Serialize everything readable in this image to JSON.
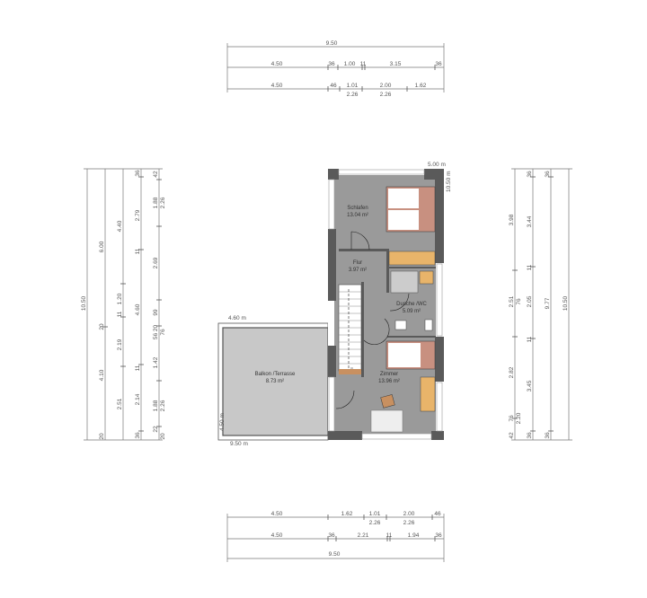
{
  "dimensions": {
    "top": {
      "total": "9.50",
      "row2": [
        "4.50",
        "36",
        "1.00",
        "11",
        "3.15",
        "36"
      ],
      "row3": [
        "4.50",
        "46",
        "1.01",
        "2.26",
        "2.00",
        "2.26",
        "1.62"
      ]
    },
    "bottom": {
      "row1": [
        "4.50",
        "1.62",
        "1.01",
        "2.26",
        "2.00",
        "2.26",
        "46"
      ],
      "row2": [
        "4.50",
        "36",
        "2.21",
        "11",
        "1.94",
        "36"
      ],
      "total": "9.50"
    },
    "left": {
      "line1": [
        "10.50"
      ],
      "line2": [
        "6.00",
        "20",
        "4.10",
        "20"
      ],
      "line3": [
        "4.40",
        "1.20",
        "11",
        "2.19",
        "2.51"
      ],
      "line4": [
        "36",
        "2.79",
        "11",
        "4.60",
        "11",
        "2.14",
        "36"
      ],
      "line5": [
        "42",
        "1.88",
        "2.26",
        "2.69",
        "99",
        "56 20",
        "76",
        "1.42",
        "1.88",
        "2.26",
        "22",
        "20"
      ]
    },
    "right": {
      "line1": [
        "3.98",
        "2.51",
        "76",
        "2.82",
        "76",
        "2.20",
        "42"
      ],
      "line2": [
        "36",
        "3.44",
        "11",
        "2.05",
        "11",
        "3.45",
        "36"
      ],
      "line3": [
        "36",
        "9.77",
        "36"
      ],
      "line4": [
        "10.50"
      ]
    },
    "plan_labels": {
      "building_width": "5.00 m",
      "building_depth": "10.50 m",
      "balcony_top": "4.60 m",
      "balcony_side": "4.50 m",
      "balcony_bottom": "9.50 m"
    }
  },
  "rooms": [
    {
      "name": "Schlafen",
      "area": "13.04 m²"
    },
    {
      "name": "Flur",
      "area": "3.97 m²"
    },
    {
      "name": "Dusche /WC",
      "area": "5.09 m²"
    },
    {
      "name": "Zimmer",
      "area": "13.96 m²"
    },
    {
      "name": "Balkon /Terrasse",
      "area": "8.73 m²"
    }
  ],
  "colors": {
    "floor": "#9a9a9a",
    "balcony": "#c8c8c8",
    "wall": "#5a5a5a",
    "furniture": "#e8b46a",
    "bed_accent": "#c89080"
  }
}
